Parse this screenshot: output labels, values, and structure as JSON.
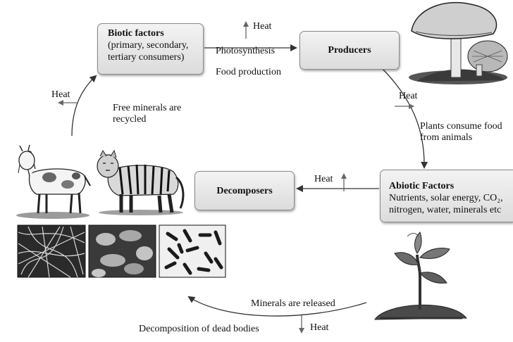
{
  "boxes": {
    "biotic": {
      "title": "Biotic factors",
      "lines": [
        "(primary, secondary,",
        "tertiary consumers)"
      ]
    },
    "producers": {
      "title": "Producers"
    },
    "decomposers": {
      "title": "Decomposers"
    },
    "abiotic": {
      "title": "Abiotic Factors",
      "lines": [
        "Nutrients, solar energy, CO₂,",
        "nitrogen, water, minerals etc"
      ]
    }
  },
  "labels": {
    "heat_top": "Heat",
    "photosynthesis": "Photosynthesis",
    "food_production": "Food production",
    "heat_left": "Heat",
    "free_minerals_1": "Free minerals are",
    "free_minerals_2": "recycled",
    "heat_right": "Heat",
    "plants_consume_1": "Plants consume food",
    "plants_consume_2": "from animals",
    "heat_middle": "Heat",
    "minerals_released": "Minerals are released",
    "decomposition": "Decomposition of dead bodies",
    "heat_bottom": "Heat"
  },
  "colors": {
    "box_border": "#8a8a8a",
    "arrow": "#333333",
    "heat_arrow": "#666666"
  },
  "images": [
    "mushroom",
    "goat",
    "tiger",
    "fungal-hyphae",
    "bacteria-micrograph",
    "rod-bacteria",
    "seedling"
  ]
}
